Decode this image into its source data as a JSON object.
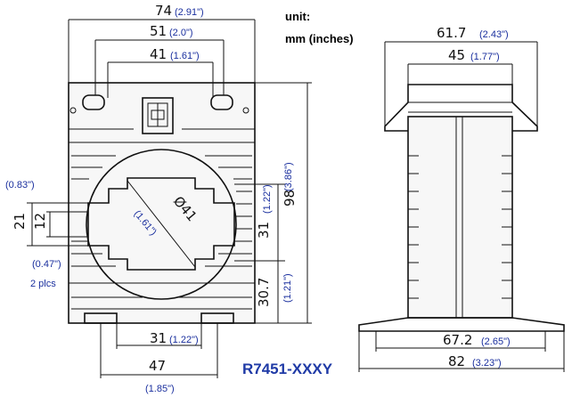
{
  "unit_label": [
    "unit:",
    "mm (inches)"
  ],
  "part_number": "R7451-XXXY",
  "front_view": {
    "width_overall": {
      "mm": "74",
      "in": "(2.91\")"
    },
    "width_51": {
      "mm": "51",
      "in": "(2.0\")"
    },
    "width_41": {
      "mm": "41",
      "in": "(1.61\")"
    },
    "height_overall": {
      "mm": "98",
      "in": "(3.86\")"
    },
    "window_height": {
      "mm": "31",
      "in": "(1.22\")"
    },
    "base_height": {
      "mm": "30.7",
      "in": "(1.21\")"
    },
    "window_diameter": {
      "mm": "Ø41",
      "in": "(1.61\")"
    },
    "slot_21": {
      "mm": "21"
    },
    "slot_12": {
      "mm": "12"
    },
    "slot_inch_top": "(0.83\")",
    "slot_inch_bottom": "(0.47\")",
    "slot_count": "2 plcs",
    "foot_spacing": {
      "mm": "31",
      "in": "(1.22\")"
    },
    "foot_width": {
      "mm": "47",
      "in": "(1.85\")"
    }
  },
  "side_view": {
    "top_width": {
      "mm": "61.7",
      "in": "(2.43\")"
    },
    "inner_width": {
      "mm": "45",
      "in": "(1.77\")"
    },
    "base_inner": {
      "mm": "67.2",
      "in": "(2.65\")"
    },
    "base_overall": {
      "mm": "82",
      "in": "(3.23\")"
    }
  }
}
